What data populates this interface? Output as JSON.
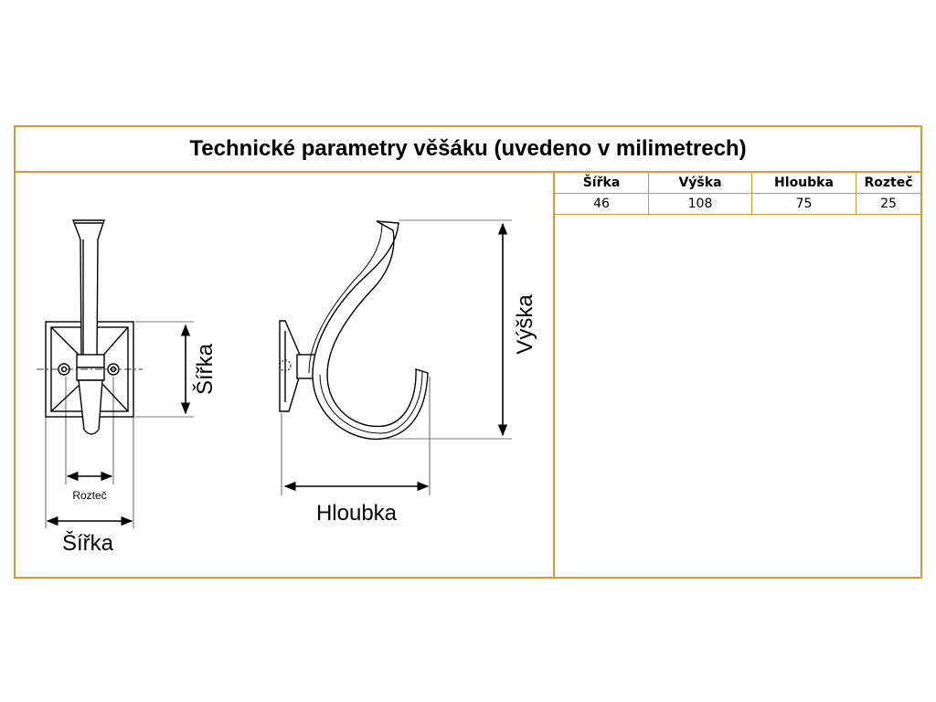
{
  "title": "Technické parametry věšáku (uvedeno v milimetrech)",
  "table": {
    "headers": [
      "Šířka",
      "Výška",
      "Hloubka",
      "Rozteč"
    ],
    "values": [
      "46",
      "108",
      "75",
      "25"
    ]
  },
  "drawing_labels": {
    "front_width": "Šířka",
    "front_pitch": "Rozteč",
    "front_side_width": "Šířka",
    "side_height": "Výška",
    "side_depth": "Hloubka"
  },
  "colors": {
    "border": "#e0962f"
  }
}
